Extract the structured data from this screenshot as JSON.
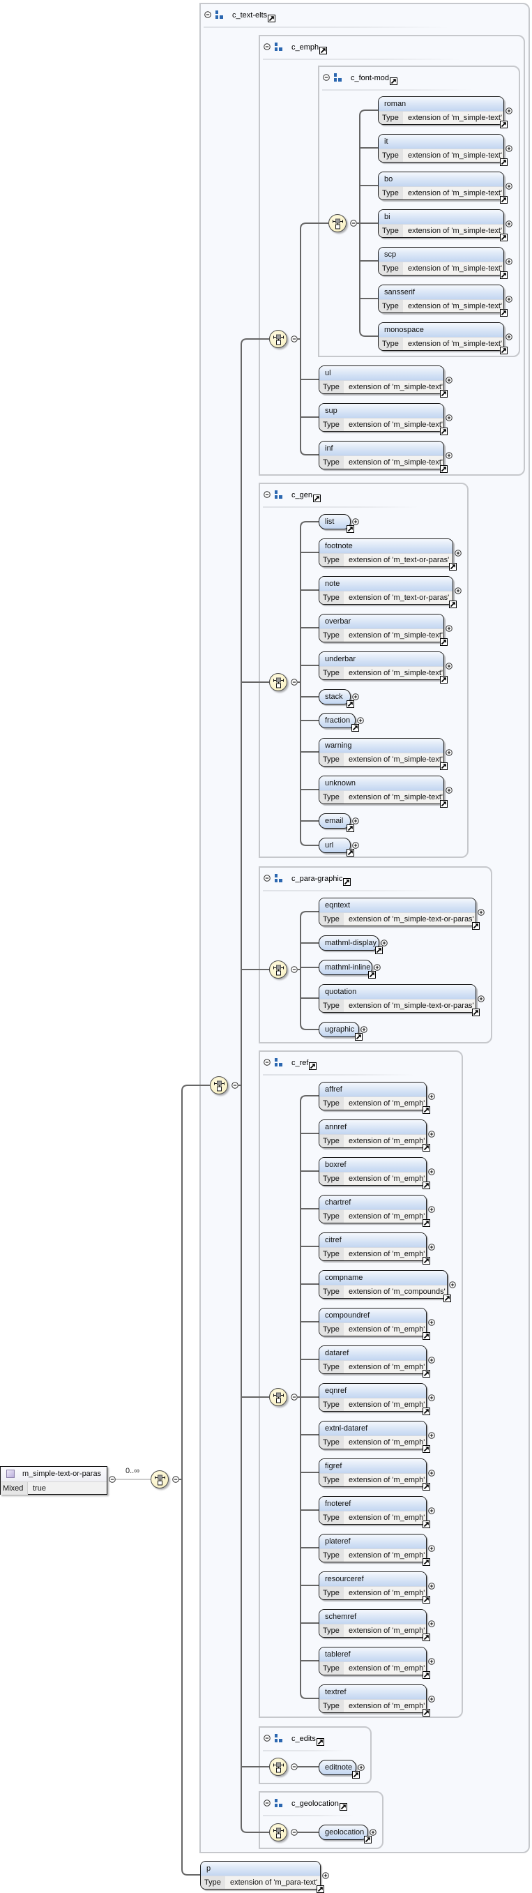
{
  "root": {
    "name": "m_simple-text-or-paras",
    "property_label": "Mixed",
    "property_value": "true",
    "cardinality": "0..∞"
  },
  "type_label": "Type",
  "groups": [
    {
      "name": "c_text-elts"
    },
    {
      "name": "c_emph"
    },
    {
      "name": "c_font-mod"
    },
    {
      "name": "c_gen"
    },
    {
      "name": "c_para-graphic"
    },
    {
      "name": "c_ref"
    },
    {
      "name": "c_edits"
    },
    {
      "name": "c_geolocation"
    }
  ],
  "elements": {
    "c_font_mod": [
      {
        "name": "roman",
        "type": "extension of 'm_simple-text'"
      },
      {
        "name": "it",
        "type": "extension of 'm_simple-text'"
      },
      {
        "name": "bo",
        "type": "extension of 'm_simple-text'"
      },
      {
        "name": "bi",
        "type": "extension of 'm_simple-text'"
      },
      {
        "name": "scp",
        "type": "extension of 'm_simple-text'"
      },
      {
        "name": "sansserif",
        "type": "extension of 'm_simple-text'"
      },
      {
        "name": "monospace",
        "type": "extension of 'm_simple-text'"
      }
    ],
    "c_emph": [
      {
        "name": "ul",
        "type": "extension of 'm_simple-text'"
      },
      {
        "name": "sup",
        "type": "extension of 'm_simple-text'"
      },
      {
        "name": "inf",
        "type": "extension of 'm_simple-text'"
      }
    ],
    "c_gen": [
      {
        "name": "list"
      },
      {
        "name": "footnote",
        "type": "extension of 'm_text-or-paras'"
      },
      {
        "name": "note",
        "type": "extension of 'm_text-or-paras'"
      },
      {
        "name": "overbar",
        "type": "extension of 'm_simple-text'"
      },
      {
        "name": "underbar",
        "type": "extension of 'm_simple-text'"
      },
      {
        "name": "stack"
      },
      {
        "name": "fraction"
      },
      {
        "name": "warning",
        "type": "extension of 'm_simple-text'"
      },
      {
        "name": "unknown",
        "type": "extension of 'm_simple-text'"
      },
      {
        "name": "email"
      },
      {
        "name": "url"
      }
    ],
    "c_para_graphic": [
      {
        "name": "eqntext",
        "type": "extension of 'm_simple-text-or-paras'"
      },
      {
        "name": "mathml-display"
      },
      {
        "name": "mathml-inline"
      },
      {
        "name": "quotation",
        "type": "extension of 'm_simple-text-or-paras'"
      },
      {
        "name": "ugraphic"
      }
    ],
    "c_ref": [
      {
        "name": "affref",
        "type": "extension of 'm_emph'"
      },
      {
        "name": "annref",
        "type": "extension of 'm_emph'"
      },
      {
        "name": "boxref",
        "type": "extension of 'm_emph'"
      },
      {
        "name": "chartref",
        "type": "extension of 'm_emph'"
      },
      {
        "name": "citref",
        "type": "extension of 'm_emph'"
      },
      {
        "name": "compname",
        "type": "extension of 'm_compounds'"
      },
      {
        "name": "compoundref",
        "type": "extension of 'm_emph'"
      },
      {
        "name": "dataref",
        "type": "extension of 'm_emph'"
      },
      {
        "name": "eqnref",
        "type": "extension of 'm_emph'"
      },
      {
        "name": "extnl-dataref",
        "type": "extension of 'm_emph'"
      },
      {
        "name": "figref",
        "type": "extension of 'm_emph'"
      },
      {
        "name": "fnoteref",
        "type": "extension of 'm_emph'"
      },
      {
        "name": "plateref",
        "type": "extension of 'm_emph'"
      },
      {
        "name": "resourceref",
        "type": "extension of 'm_emph'"
      },
      {
        "name": "schemref",
        "type": "extension of 'm_emph'"
      },
      {
        "name": "tableref",
        "type": "extension of 'm_emph'"
      },
      {
        "name": "textref",
        "type": "extension of 'm_emph'"
      }
    ],
    "c_edits": [
      {
        "name": "editnote"
      }
    ],
    "c_geolocation": [
      {
        "name": "geolocation"
      }
    ],
    "sequence_tail": [
      {
        "name": "p",
        "type": "extension of 'm_para-text'"
      }
    ]
  },
  "icons": {
    "collapse": "minus-circle-icon",
    "expand": "plus-circle-icon",
    "model_group": "model-group-icon",
    "link": "link-arrow-icon",
    "choice": "choice-compositor-icon",
    "complex_type": "complex-type-icon"
  },
  "colors": {
    "element_header_top": "#f5f8fd",
    "element_header_bottom": "#c3d6f1",
    "group_background": "#f7f9fd",
    "group_border": "#c6c8cc",
    "group_icon": "#2b67b0",
    "choice_fill": "#f7efbd",
    "connector": "#666666"
  }
}
